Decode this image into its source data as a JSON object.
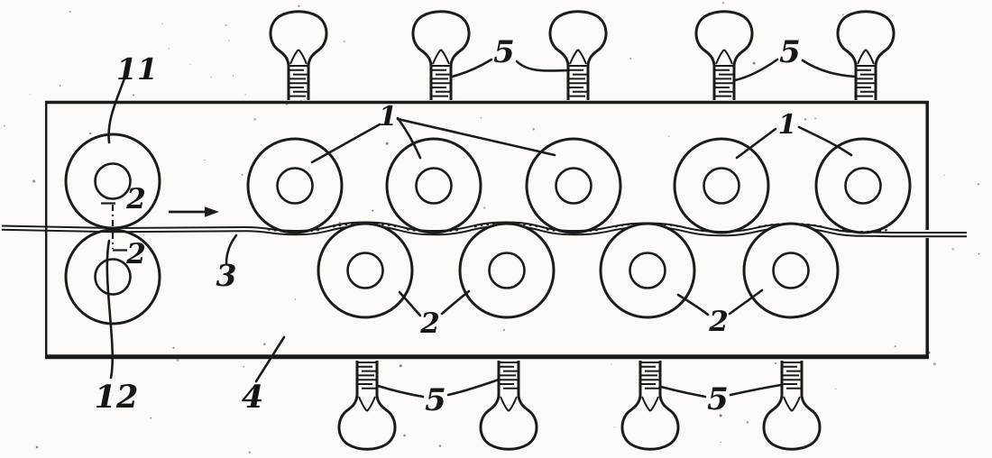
{
  "figure": {
    "kind": "roller-leveler patent drawing",
    "flow_direction": "left-to-right",
    "counts": {
      "upper_work_rollers": 5,
      "lower_work_rollers": 4,
      "entry_rollers": 2,
      "top_adjusting_screws": 5,
      "bottom_adjusting_screws": 4
    },
    "labels": {
      "entry_top_roller": "11",
      "entry_bottom_roller": "12",
      "nip_upper": "2",
      "nip_lower": "2",
      "strip": "3",
      "frame": "4",
      "upper_rollers_left": "1",
      "upper_rollers_right": "1",
      "screws_top_left": "5",
      "screws_top_right": "5",
      "screws_bottom_left": "5",
      "screws_bottom_right": "5",
      "lower_rollers_left": "2",
      "lower_rollers_right": "2"
    }
  }
}
